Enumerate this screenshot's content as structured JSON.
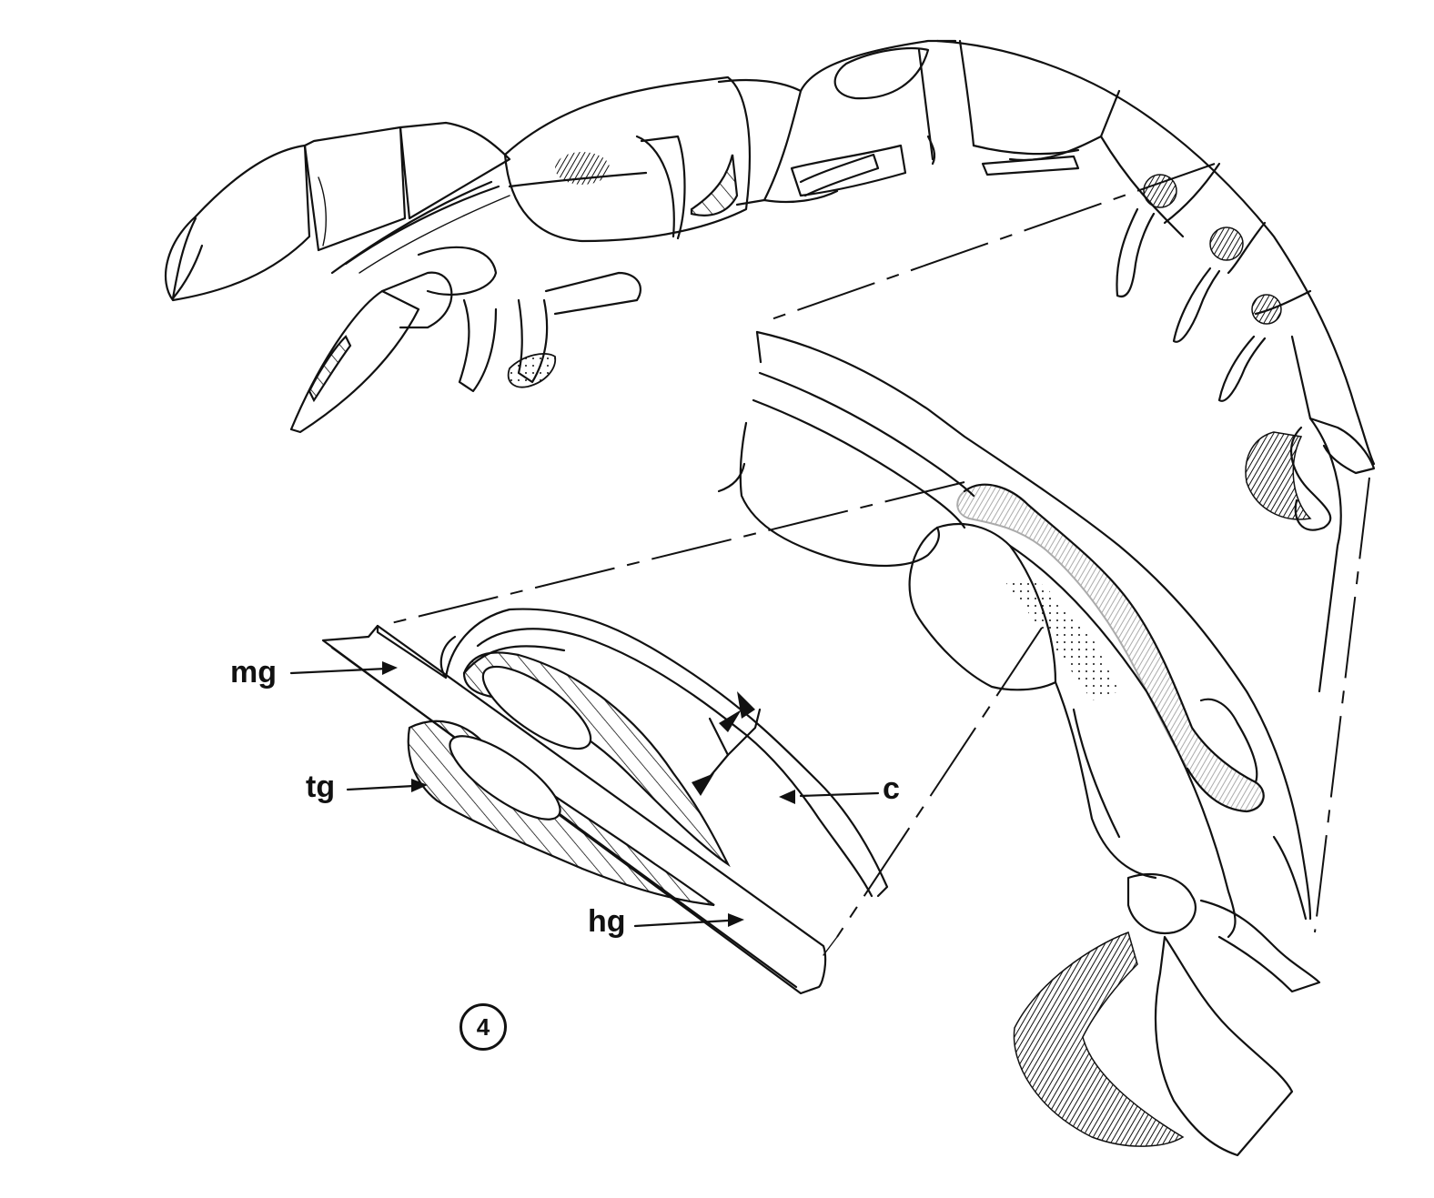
{
  "figure": {
    "number": "4",
    "subject": "crustacean lateral view with enlarged abdomen and gut detail",
    "ink_color": "#111111",
    "background_color": "#ffffff"
  },
  "labels": {
    "mg": "mg",
    "tg": "tg",
    "c": "c",
    "hg": "hg"
  }
}
